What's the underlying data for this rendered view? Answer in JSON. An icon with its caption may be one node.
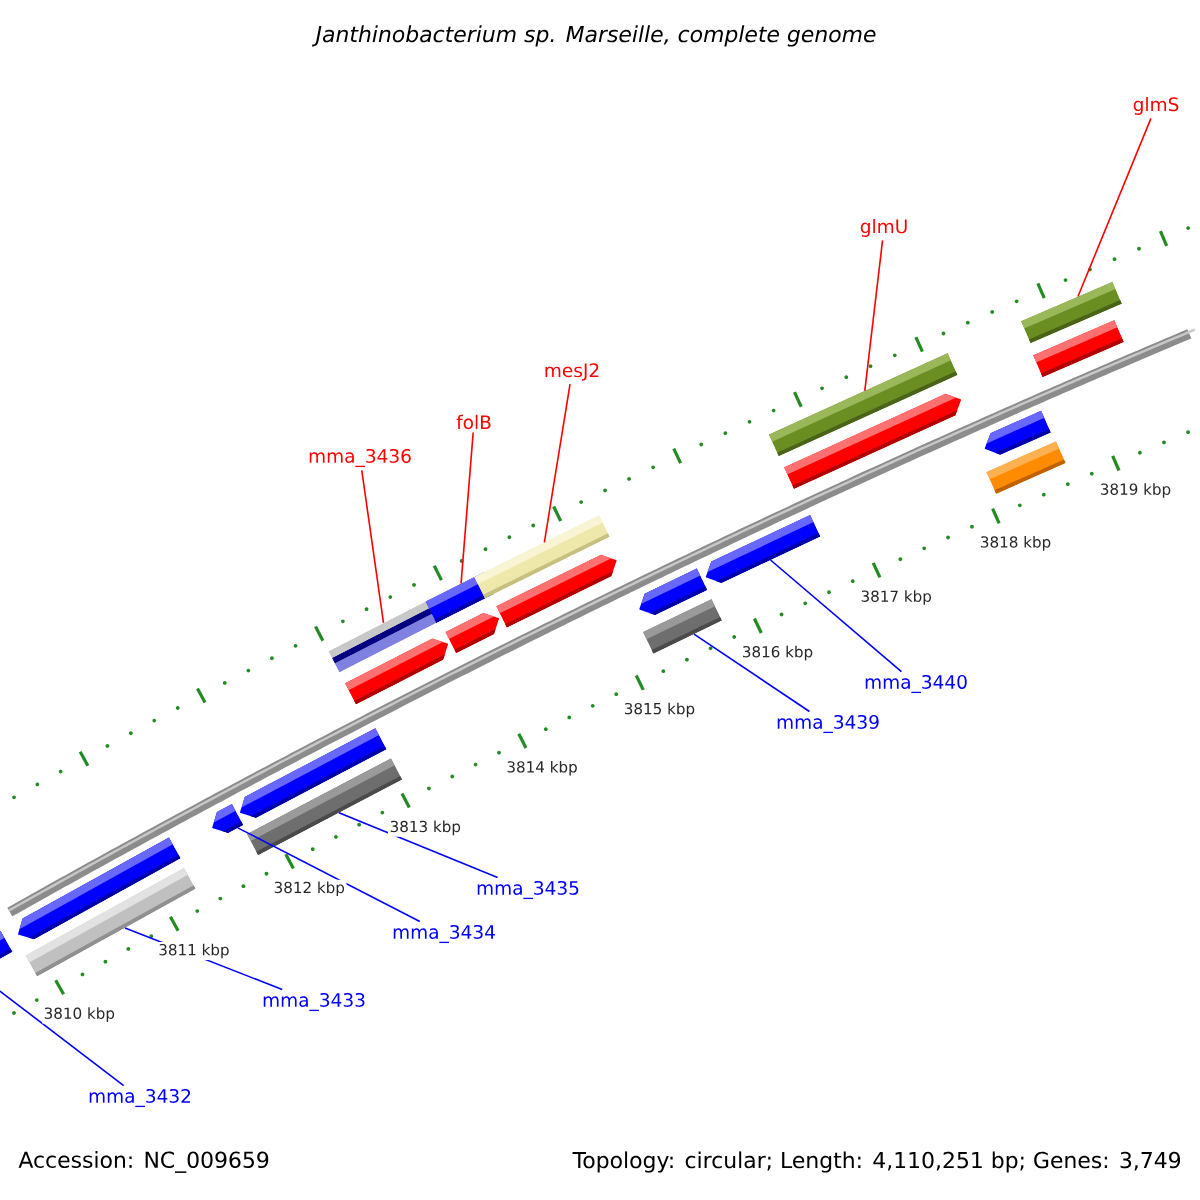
{
  "diagram": {
    "title": "Janthinobacterium sp. Marseille, complete genome",
    "nodes": [
      {
        "text": [
          "mma_3436"
        ]
      },
      {
        "text": [
          "folB"
        ]
      },
      {
        "text": [
          "mesJ2"
        ]
      },
      {
        "text": [
          "glmU"
        ]
      },
      {
        "text": [
          "glmS"
        ]
      },
      {
        "text": [
          "mma_3432"
        ]
      },
      {
        "text": [
          "mma_3433"
        ]
      },
      {
        "text": [
          "mma_3434"
        ]
      },
      {
        "text": [
          "mma_3435"
        ]
      },
      {
        "text": [
          "mma_3439"
        ]
      },
      {
        "text": [
          "mma_3440"
        ]
      },
      {
        "text": [],
        "shape": "bar"
      },
      {
        "text": [],
        "shape": "bar"
      },
      {
        "text": [],
        "shape": "bar"
      },
      {
        "text": [],
        "shape": "bar"
      },
      {
        "text": [],
        "shape": "bar"
      },
      {
        "text": [],
        "shape": "bar"
      },
      {
        "text": [],
        "shape": "bar"
      },
      {
        "text": [],
        "shape": "bar"
      },
      {
        "text": [],
        "shape": "bar"
      },
      {
        "text": [],
        "shape": "bar"
      },
      {
        "text": [],
        "shape": "bar"
      },
      {
        "text": [],
        "shape": "bar"
      },
      {
        "text": [],
        "shape": "bar"
      },
      {
        "text": [],
        "shape": "bar"
      },
      {
        "text": [],
        "shape": "bar"
      },
      {
        "text": [],
        "shape": "bar"
      },
      {
        "text": [],
        "shape": "bar"
      },
      {
        "text": [],
        "shape": "bar"
      },
      {
        "text": [],
        "shape": "bar"
      },
      {
        "text": [],
        "shape": "bar"
      },
      {
        "text": [],
        "shape": "bar"
      }
    ],
    "edges": [
      {
        "from": 0,
        "to": 17,
        "arrow": "none",
        "color": "#ff0000"
      },
      {
        "from": 1,
        "to": 19,
        "arrow": "none",
        "color": "#ff0000"
      },
      {
        "from": 2,
        "to": 21,
        "arrow": "none",
        "color": "#ff0000"
      },
      {
        "from": 3,
        "to": 26,
        "arrow": "none",
        "color": "#ff0000"
      },
      {
        "from": 4,
        "to": 30,
        "arrow": "none",
        "color": "#ff0000"
      },
      {
        "from": 5,
        "to": 11,
        "arrow": "none"
      },
      {
        "from": 6,
        "to": 13,
        "arrow": "none"
      },
      {
        "from": 7,
        "to": 14,
        "arrow": "none"
      },
      {
        "from": 8,
        "to": 16,
        "arrow": "none"
      },
      {
        "from": 9,
        "to": 24,
        "arrow": "none"
      },
      {
        "from": 10,
        "to": 25,
        "arrow": "none"
      }
    ],
    "labels": [
      "3810 kbp",
      "3811 kbp",
      "3812 kbp",
      "3813 kbp",
      "3814 kbp",
      "3815 kbp",
      "3816 kbp",
      "3817 kbp",
      "3818 kbp",
      "3819 kbp",
      "Accession: NC_009659",
      "Topology: circular; Length: 4,110,251 bp; Genes: 3,749"
    ]
  }
}
